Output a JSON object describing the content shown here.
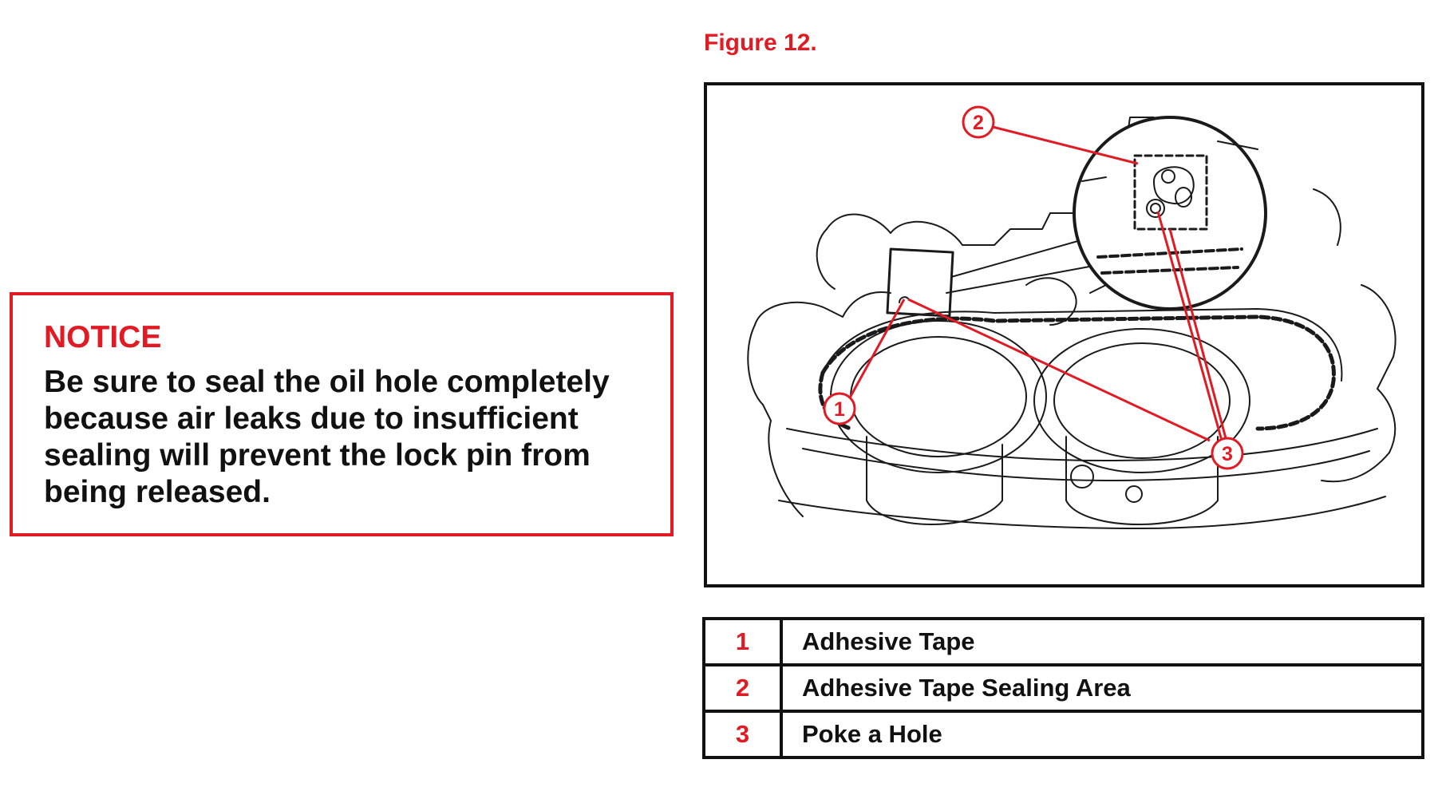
{
  "notice": {
    "title": "NOTICE",
    "text": "Be sure to seal the oil hole completely because air leaks due to insufficient sealing will prevent the lock pin from being released."
  },
  "figure": {
    "title": "Figure 12.",
    "callouts": [
      "1",
      "2",
      "3"
    ]
  },
  "legend": [
    {
      "number": "1",
      "description": "Adhesive Tape"
    },
    {
      "number": "2",
      "description": "Adhesive Tape Sealing Area"
    },
    {
      "number": "3",
      "description": "Poke a Hole"
    }
  ],
  "colors": {
    "accent_red": "#e01b24",
    "text_black": "#111111"
  }
}
